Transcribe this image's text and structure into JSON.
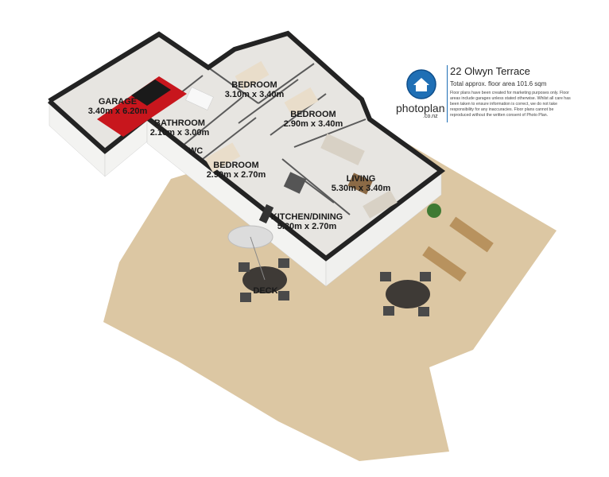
{
  "header": {
    "address": "22 Olwyn Terrace",
    "floor_area": "Total approx. floor area 101.6 sqm",
    "disclaimer": "Floor plans have been created for marketing purposes only. Floor areas include garages unless stated otherwise. Whilst all care has been taken to ensure information is correct, we do not take responsibility for any inaccuracies. Floor plans cannot be reproduced without the written consent of Photo Plan."
  },
  "logo": {
    "word": "photoplan",
    "domain": ".co.nz",
    "icon": "house-icon"
  },
  "rooms": {
    "garage": {
      "name": "GARAGE",
      "size": "3.40m x 6.20m"
    },
    "bathroom": {
      "name": "BATHROOM",
      "size": "2.10m x 3.00m"
    },
    "wc": {
      "name": "WC"
    },
    "bedroom1": {
      "name": "BEDROOM",
      "size": "3.10m x 3.40m"
    },
    "bedroom2": {
      "name": "BEDROOM",
      "size": "2.90m x 3.40m"
    },
    "bedroom3": {
      "name": "BEDROOM",
      "size": "2.90m x 2.70m"
    },
    "living": {
      "name": "LIVING",
      "size": "5.30m x 3.40m"
    },
    "kitchen": {
      "name": "KITCHEN/DINING",
      "size": "5.30m x 2.70m"
    },
    "deck": {
      "name": "DECK"
    }
  },
  "colors": {
    "deck": "#dcc7a3",
    "floor": "#e7e5e1",
    "wall_top": "#232323",
    "wall_side": "#f4f4f2",
    "car": "#c8161d",
    "brand_blue": "#1f6fb5"
  }
}
